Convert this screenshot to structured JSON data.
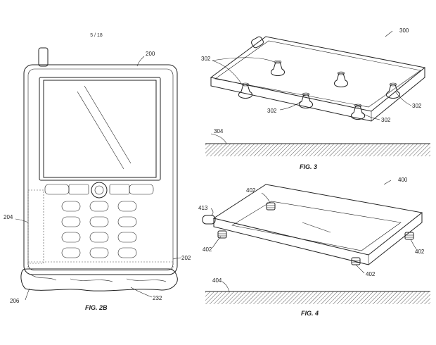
{
  "page_number": "5 / 18",
  "figures": {
    "fig2b": {
      "caption": "FIG. 2B",
      "refs": {
        "r200": "200",
        "r204": "204",
        "r202": "202",
        "r206": "206",
        "r232": "232"
      }
    },
    "fig3": {
      "caption": "FIG. 3",
      "refs": {
        "r300": "300",
        "r302a": "302",
        "r302b": "302",
        "r302c": "302",
        "r302d": "302",
        "r304": "304"
      }
    },
    "fig4": {
      "caption": "FIG. 4",
      "refs": {
        "r400": "400",
        "r402a": "402",
        "r402b": "402",
        "r402c": "402",
        "r402d": "402",
        "r413": "413",
        "r404": "404"
      }
    }
  }
}
